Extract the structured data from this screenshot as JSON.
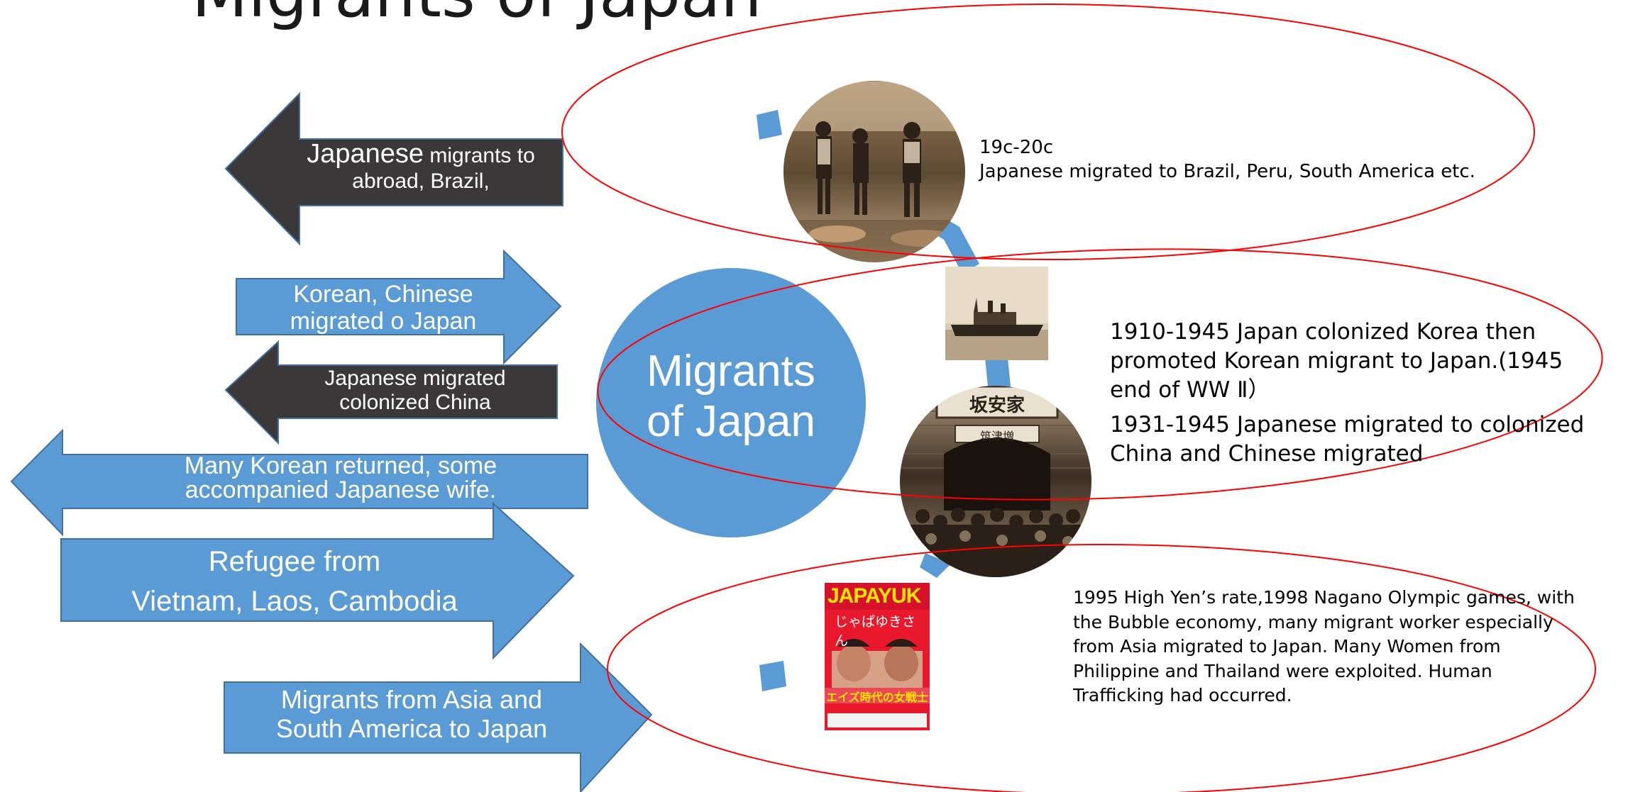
{
  "slide": {
    "title": "Migrants of Japan"
  },
  "center": {
    "line1": "Migrants",
    "line2": "of  Japan"
  },
  "arrows": {
    "japanese_abroad": {
      "strong": "Japanese",
      "rest_line1": " migrants to",
      "line2": "abroad, Brazil,"
    },
    "korean_chinese": {
      "line1": "Korean, Chinese",
      "line2": "migrated o Japan"
    },
    "japanese_china": {
      "line1": "Japanese migrated",
      "line2": "colonized China"
    },
    "korean_returned": {
      "line1": "Many Korean returned, some",
      "line2": "accompanied Japanese wife."
    },
    "refugee": {
      "line1": "Refugee from",
      "line2": "Vietnam, Laos, Cambodia"
    },
    "asia_south_america": {
      "line1": "Migrants from  Asia and",
      "line2": "South America to Japan"
    }
  },
  "eras": {
    "era1": {
      "line1": "19c-20c",
      "line2": "Japanese migrated to Brazil, Peru, South America  etc."
    },
    "era2": {
      "line1": "1910-1945 Japan colonized Korea then",
      "line2": "promoted Korean migrant to Japan.(1945",
      "line3": "end of WW Ⅱ）",
      "line4": "1931-1945 Japanese migrated to colonized",
      "line5": "China and Chinese migrated"
    },
    "era3": {
      "line1": "1995 High Yen’s rate,1998 Nagano Olympic games, with",
      "line2": "the Bubble economy, many migrant worker especially",
      "line3": "from Asia migrated to Japan. Many Women from",
      "line4": "Philippine and Thailand were exploited. Human",
      "line5": "Trafficking had occurred."
    }
  },
  "book_cover": {
    "title": "JAPAYUK",
    "subtitle": "じゃぱゆきさん",
    "band": "エイズ時代の女戦士"
  },
  "mine_sign": {
    "top": "坂安家",
    "bottom": "筑津増"
  },
  "colors": {
    "accent_blue": "#5b9bd5",
    "dark_arrow": "#3a3838",
    "ellipse_red": "#ff0000",
    "arrow_border": "#41719c"
  }
}
